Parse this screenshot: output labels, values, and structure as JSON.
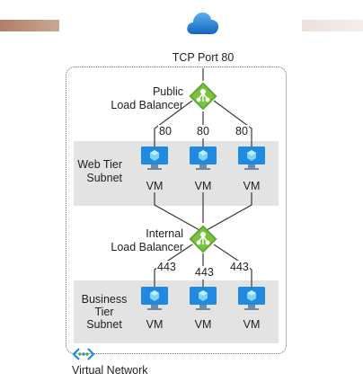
{
  "header": {
    "cloud_icon": "cloud-icon",
    "internet_label": "TCP Port 80"
  },
  "public_lb": {
    "label_line1": "Public",
    "label_line2": "Load Balancer",
    "icon": "load-balancer-icon",
    "ports": [
      "80",
      "80",
      "80"
    ]
  },
  "web_tier": {
    "label_line1": "Web Tier",
    "label_line2": "Subnet",
    "vms": [
      "VM",
      "VM",
      "VM"
    ]
  },
  "internal_lb": {
    "label_line1": "Internal",
    "label_line2": "Load Balancer",
    "icon": "load-balancer-icon",
    "ports": [
      "443",
      "443",
      "443"
    ]
  },
  "business_tier": {
    "label_line1": "Business",
    "label_line2": "Tier",
    "label_line3": "Subnet",
    "vms": [
      "VM",
      "VM",
      "VM"
    ]
  },
  "vnet": {
    "icon": "virtual-network-icon",
    "label": "Virtual Network"
  },
  "colors": {
    "azure_blue": "#1f8ae0",
    "lb_green": "#5ea930",
    "subnet_gray": "#e3e3e3",
    "line_dark": "#3a3a3a"
  }
}
